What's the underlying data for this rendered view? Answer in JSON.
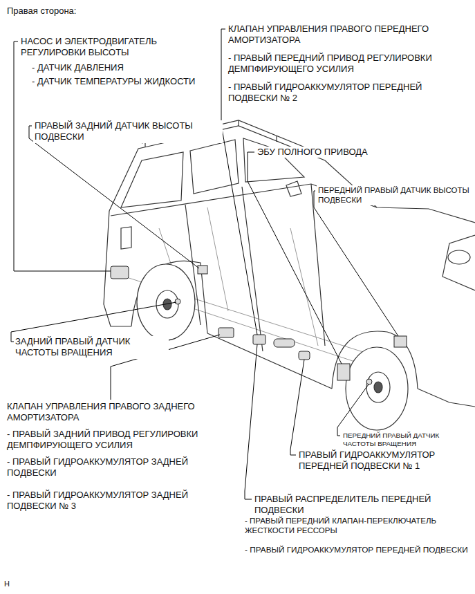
{
  "diagram": {
    "title": "Правая сторона:",
    "labels": [
      "НАСОС И ЭЛЕКТРОДВИГАТЕЛЬ РЕГУЛИРОВКИ ВЫСОТЫ",
      "- ДАТЧИК ДАВЛЕНИЯ",
      "- ДАТЧИК ТЕМПЕРАТУРЫ ЖИДКОСТИ",
      "ПРАВЫЙ ЗАДНИЙ ДАТЧИК ВЫСОТЫ ПОДВЕСКИ",
      "КЛАПАН УПРАВЛЕНИЯ ПРАВОГО ПЕРЕДНЕГО АМОРТИЗАТОРА",
      "- ПРАВЫЙ ПЕРЕДНИЙ ПРИВОД РЕГУЛИРОВКИ ДЕМПФИРУЮЩЕГО УСИЛИЯ",
      "- ПРАВЫЙ ГИДРОАККУМУЛЯТОР ПЕРЕДНЕЙ ПОДВЕСКИ № 2",
      "ЭБУ ПОЛНОГО ПРИВОДА",
      "ПЕРЕДНИЙ ПРАВЫЙ ДАТЧИК ВЫСОТЫ ПОДВЕСКИ",
      "ЗАДНИЙ ПРАВЫЙ ДАТЧИК ЧАСТОТЫ ВРАЩЕНИЯ",
      "КЛАПАН УПРАВЛЕНИЯ ПРАВОГО ЗАДНЕГО АМОРТИЗАТОРА",
      "- ПРАВЫЙ ЗАДНИЙ ПРИВОД РЕГУЛИРОВКИ ДЕМПФИРУЮЩЕГО УСИЛИЯ",
      "- ПРАВЫЙ ГИДРОАККУМУЛЯТОР ЗАДНЕЙ ПОДВЕСКИ",
      "- ПРАВЫЙ ГИДРОАККУМУЛЯТОР ЗАДНЕЙ ПОДВЕСКИ № 3",
      "ПЕРЕДНИЙ ПРАВЫЙ ДАТЧИК ЧАСТОТЫ ВРАЩЕНИЯ",
      "ПРАВЫЙ ГИДРОАККУМУЛЯТОР ПЕРЕДНЕЙ ПОДВЕСКИ № 1",
      "ПРАВЫЙ РАСПРЕДЕЛИТЕЛЬ ПЕРЕДНЕЙ ПОДВЕСКИ",
      "- ПРАВЫЙ ПЕРЕДНИЙ КЛАПАН-ПЕРЕКЛЮЧАТЕЛЬ ЖЕСТКОСТИ РЕССОРЫ",
      "- ПРАВЫЙ ГИДРОАККУМУЛЯТОР ПЕРЕДНЕЙ ПОДВЕСКИ",
      "H"
    ]
  }
}
